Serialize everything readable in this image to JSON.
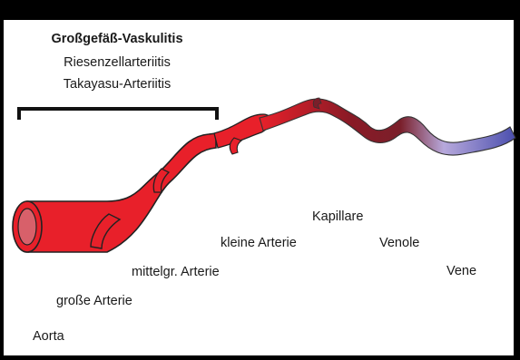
{
  "heading": {
    "title": "Großgefäß-Vaskulitis",
    "lines": [
      "Riesenzellarteriitis",
      "Takayasu-Arteriitis"
    ]
  },
  "vessels": [
    {
      "label": "Aorta"
    },
    {
      "label": "große Arterie"
    },
    {
      "label": "mittelgr. Arterie"
    },
    {
      "label": "kleine Arterie"
    },
    {
      "label": "Kapillare"
    },
    {
      "label": "Venole"
    },
    {
      "label": "Vene"
    }
  ],
  "colors": {
    "artery": "#e8202a",
    "artery_dark": "#a01018",
    "capillary": "#7a1f2a",
    "venule": "#b7a9dc",
    "vein": "#4b4fae",
    "lumen": "#d8606a"
  }
}
